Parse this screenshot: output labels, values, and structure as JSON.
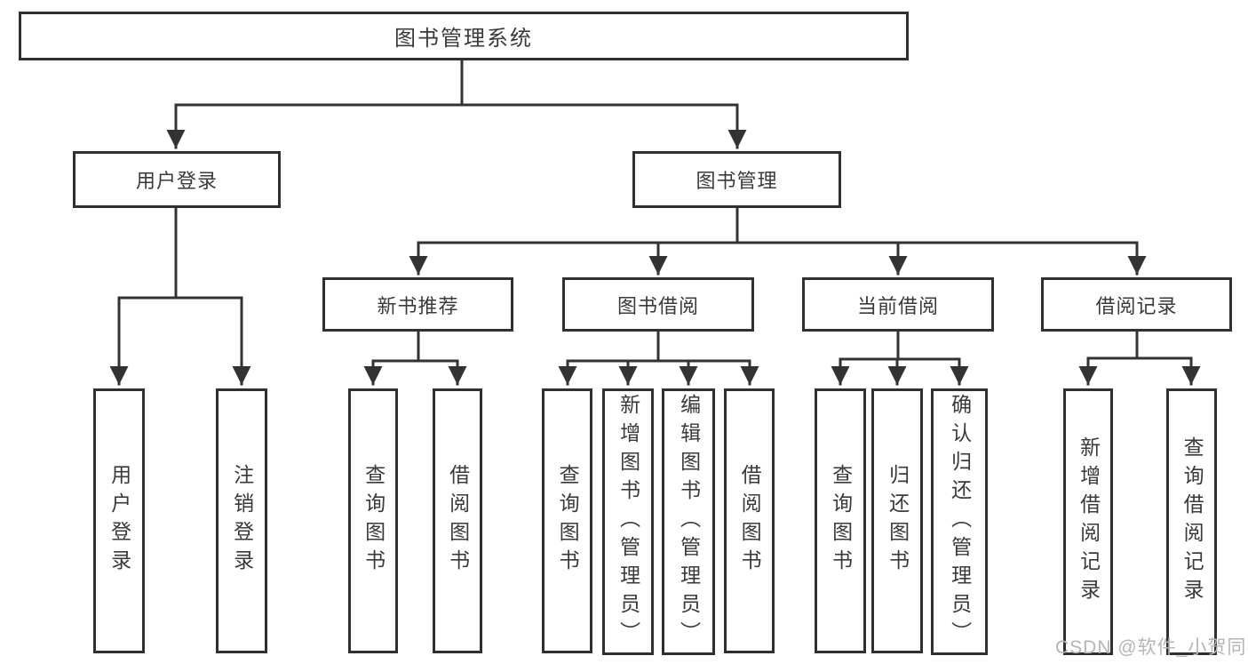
{
  "tree": {
    "root": "图书管理系统",
    "branches": [
      {
        "label": "用户登录",
        "children": [
          "用户登录",
          "注销登录"
        ]
      },
      {
        "label": "图书管理",
        "groups": [
          {
            "label": "新书推荐",
            "children": [
              "查询图书",
              "借阅图书"
            ]
          },
          {
            "label": "图书借阅",
            "children": [
              "查询图书",
              "新增图书（管理员）",
              "编辑图书（管理员）",
              "借阅图书"
            ]
          },
          {
            "label": "当前借阅",
            "children": [
              "查询图书",
              "归还图书",
              "确认归还（管理员）"
            ]
          },
          {
            "label": "借阅记录",
            "children": [
              "新增借阅记录",
              "查询借阅记录"
            ]
          }
        ]
      }
    ]
  },
  "watermark": {
    "text": "CSDN @软件_小贺同学"
  },
  "colors": {
    "line": "#333333",
    "border": "#303030",
    "text": "#3a3a3a",
    "watermark": "#b5b5b5",
    "background": "#ffffff"
  }
}
